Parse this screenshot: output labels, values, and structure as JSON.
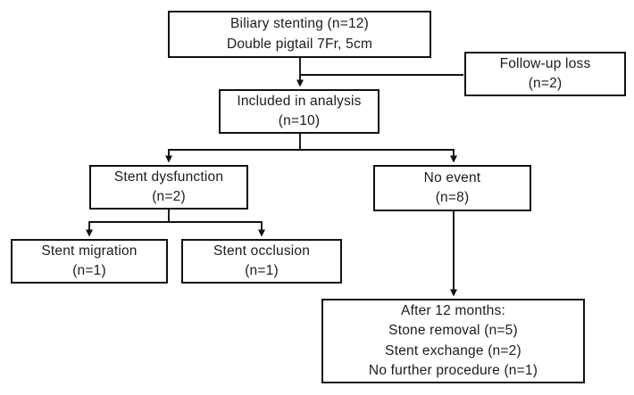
{
  "diagram": {
    "type": "flowchart",
    "colors": {
      "background": "#ffffff",
      "line": "#111111",
      "text": "#1c1c1c"
    },
    "boxes": {
      "biliary_stenting": {
        "line1": "Biliary stenting (n=12)",
        "line2": "Double pigtail 7Fr, 5cm"
      },
      "follow_up_loss": {
        "line1": "Follow-up loss",
        "line2": "(n=2)"
      },
      "included_in_analysis": {
        "line1": "Included in analysis",
        "line2": "(n=10)"
      },
      "stent_dysfunction": {
        "line1": "Stent dysfunction",
        "line2": "(n=2)"
      },
      "no_event": {
        "line1": "No event",
        "line2": "(n=8)"
      },
      "stent_migration": {
        "line1": "Stent migration",
        "line2": "(n=1)"
      },
      "stent_occlusion": {
        "line1": "Stent occlusion",
        "line2": "(n=1)"
      },
      "after_12_months": {
        "line1": "After 12 months:",
        "line2": "Stone removal (n=5)",
        "line3": "Stent exchange (n=2)",
        "line4": "No further procedure (n=1)"
      }
    }
  }
}
